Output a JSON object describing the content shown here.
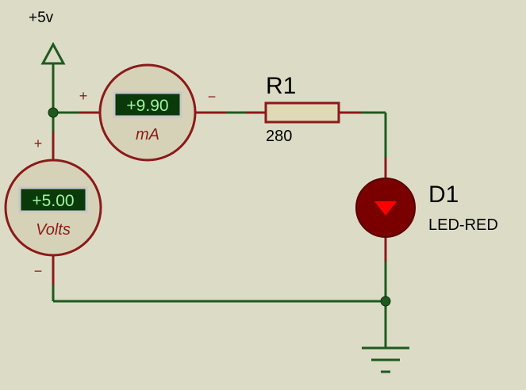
{
  "power": {
    "label": "+5v"
  },
  "ammeter": {
    "reading": "+9.90",
    "unit": "mA",
    "plus": "+",
    "minus": "−"
  },
  "voltmeter": {
    "reading": "+5.00",
    "unit": "Volts",
    "plus": "+",
    "minus": "−"
  },
  "resistor": {
    "ref": "R1",
    "value": "280"
  },
  "led": {
    "ref": "D1",
    "type": "LED-RED"
  },
  "colors": {
    "background": "#dcdcc6",
    "wire": "#1e5a1e",
    "lead": "#8b1a1a",
    "meter_body": "#d6d2b8",
    "display": "#0a3a0a",
    "led_body": "#7a0000",
    "led_arrow": "#ff0000",
    "resistor_body": "#e0d9b5"
  }
}
